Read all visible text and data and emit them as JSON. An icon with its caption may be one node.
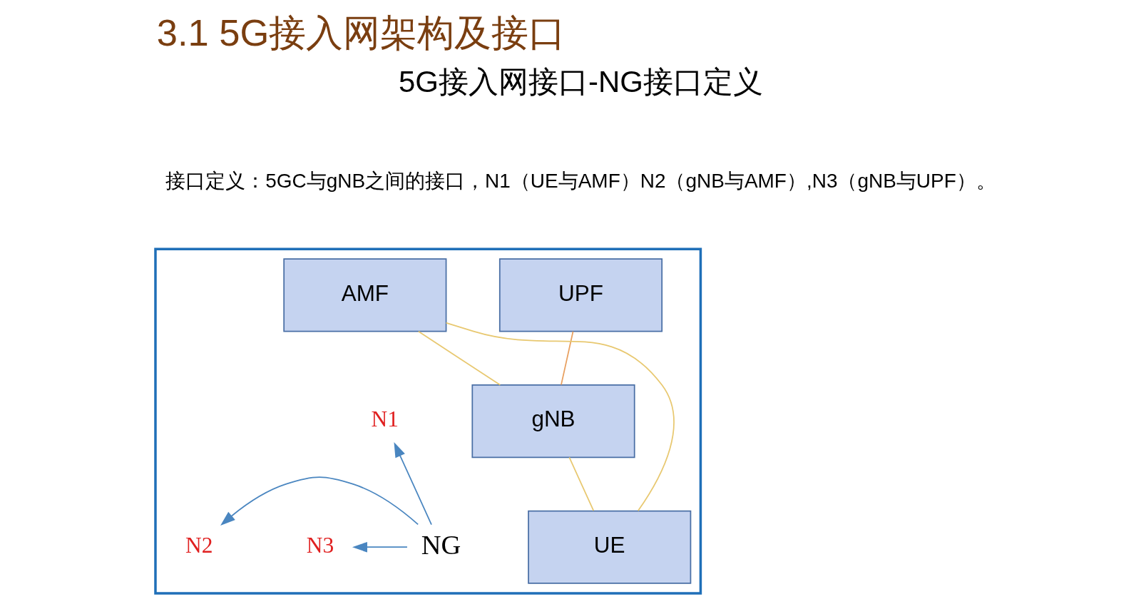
{
  "diagram": {
    "title": "3.1 5G接入网架构及接口",
    "nodes": [
      {
        "text": [],
        "shape": "box"
      },
      {
        "text": [
          "UPF"
        ],
        "in": 0
      },
      {
        "text": [
          "AMF"
        ],
        "in": 0
      },
      {
        "text": [
          "gNB"
        ],
        "in": 0
      },
      {
        "text": [
          "UE"
        ],
        "in": 0
      },
      {
        "text": [
          "N3"
        ],
        "in": 0
      },
      {
        "text": [
          "N2"
        ],
        "in": 0
      },
      {
        "text": [
          "N1"
        ],
        "in": 0
      },
      {
        "text": [
          "NG"
        ],
        "in": 0
      }
    ],
    "edges": [
      {
        "from": 1,
        "to": 3,
        "arrow": "none",
        "color": "#e8a060"
      },
      {
        "from": 2,
        "to": 3,
        "arrow": "none",
        "color": "#e8c870"
      },
      {
        "from": 3,
        "to": 4,
        "arrow": "none",
        "color": "#e8c870"
      },
      {
        "from": 4,
        "to": 2,
        "arrow": "none",
        "color": "#e8c870"
      },
      {
        "from": 8,
        "to": 5,
        "arrow": "to",
        "color": "#4a86c0"
      },
      {
        "from": 8,
        "to": 6,
        "arrow": "to",
        "color": "#4a86c0"
      },
      {
        "from": 8,
        "to": 7,
        "arrow": "to",
        "color": "#4a86c0"
      }
    ],
    "labels": [
      "5G接入网接口-NG接口定义",
      "接口定义：5GC与gNB之间的接口，N1（UE与AMF）N2（gNB与AMF）,N3（gNB与UPF）。"
    ]
  }
}
